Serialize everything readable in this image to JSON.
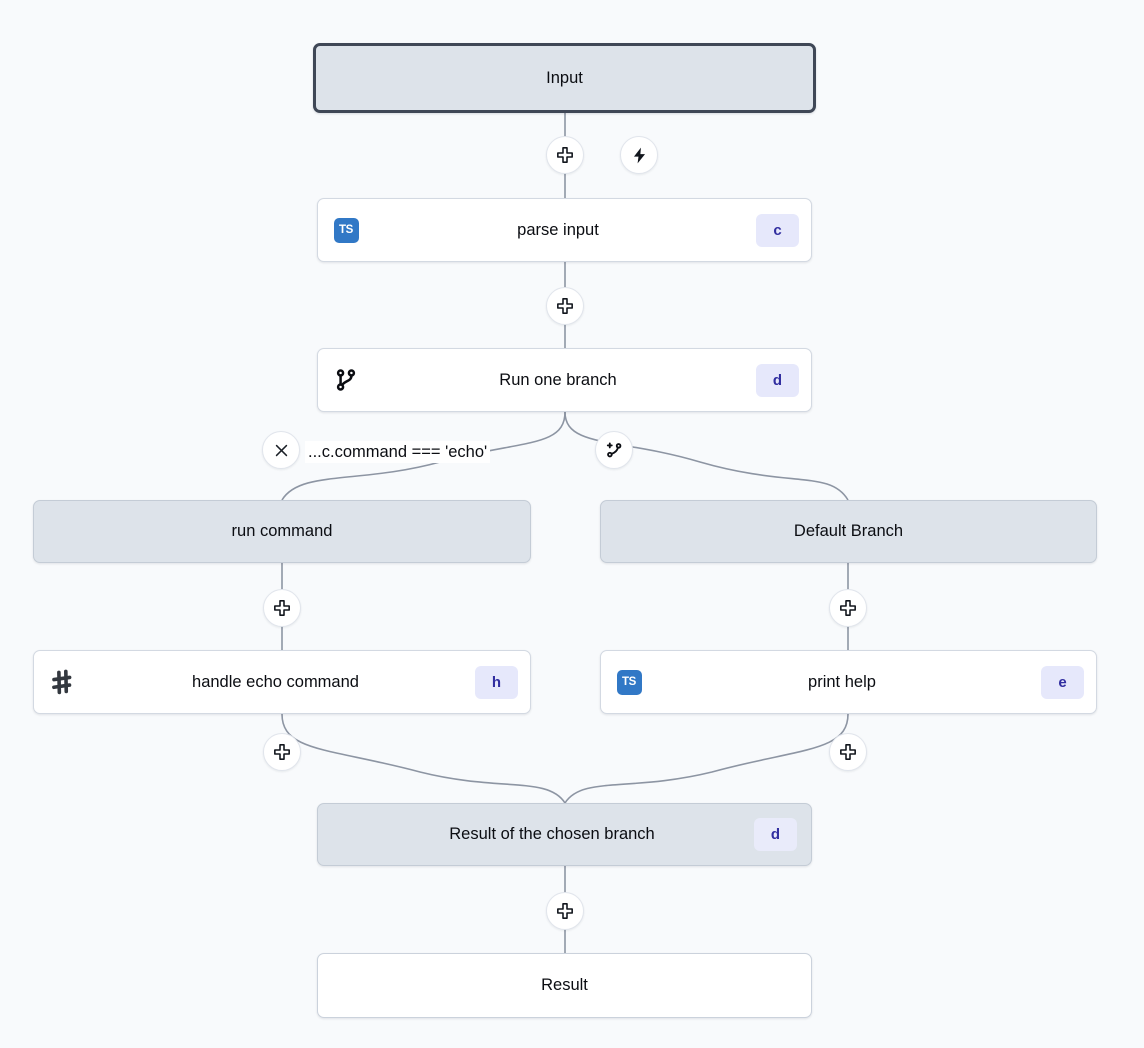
{
  "canvas": {
    "background": "#f8fafc",
    "edge_color": "#8d95a3",
    "accent_badge_bg": "#e6e8fb",
    "accent_badge_fg": "#312ea0",
    "group_fill": "#dde3ea",
    "endpoint_border": "#3f4756",
    "ts_blue": "#3178c6"
  },
  "nodes": {
    "input": {
      "label": "Input"
    },
    "parse_input": {
      "label": "parse input",
      "shortcut": "c",
      "icon": "typescript-icon"
    },
    "run_one_branch": {
      "label": "Run one branch",
      "shortcut": "d",
      "icon": "git-branch-icon"
    },
    "run_command": {
      "label": "run command"
    },
    "default_branch": {
      "label": "Default Branch"
    },
    "handle_echo": {
      "label": "handle echo command",
      "shortcut": "h",
      "icon": "hash-icon"
    },
    "print_help": {
      "label": "print help",
      "shortcut": "e",
      "icon": "typescript-icon"
    },
    "result_chosen": {
      "label": "Result of the chosen branch",
      "shortcut": "d"
    },
    "result": {
      "label": "Result"
    }
  },
  "branch_condition": {
    "expression": "...c.command === 'echo'",
    "delete_icon": "close-icon",
    "add_branch_icon": "git-branch-plus-icon"
  },
  "edge_buttons": [
    {
      "name": "add-step-input-to-parse",
      "icon": "plus-icon"
    },
    {
      "name": "add-trigger-input",
      "icon": "lightning-bolt-icon"
    },
    {
      "name": "add-step-parse-to-branch",
      "icon": "plus-icon"
    },
    {
      "name": "add-step-run-command-to-handle-echo",
      "icon": "plus-icon"
    },
    {
      "name": "add-step-default-branch-to-print-help",
      "icon": "plus-icon"
    },
    {
      "name": "add-step-handle-echo-to-result",
      "icon": "plus-icon"
    },
    {
      "name": "add-step-print-help-to-result",
      "icon": "plus-icon"
    },
    {
      "name": "add-step-result-chosen-to-result",
      "icon": "plus-icon"
    }
  ]
}
